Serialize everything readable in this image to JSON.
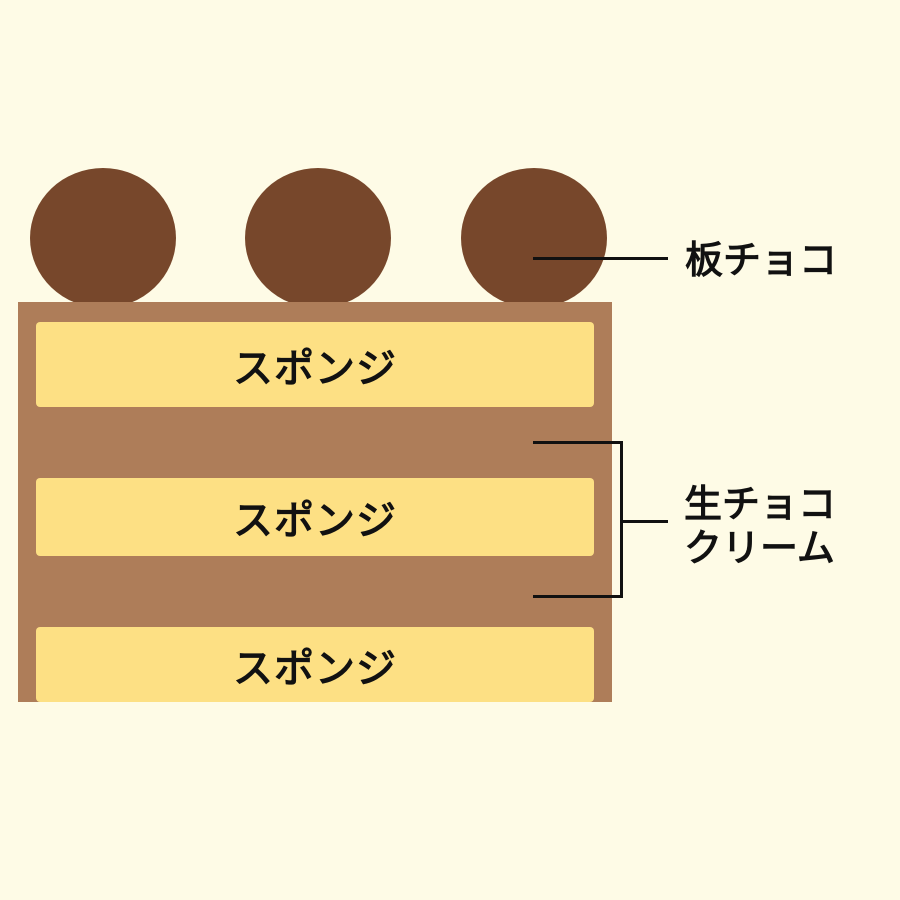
{
  "diagram": {
    "layers": [
      {
        "label": "スポンジ"
      },
      {
        "label": "スポンジ"
      },
      {
        "label": "スポンジ"
      }
    ],
    "callouts": {
      "topping": "板チョコ",
      "cream_line1": "生チョコ",
      "cream_line2": "クリーム"
    },
    "colors": {
      "background": "#fefbe6",
      "cream": "#ae7d59",
      "sponge": "#fde084",
      "chocolate": "#77472b"
    }
  }
}
